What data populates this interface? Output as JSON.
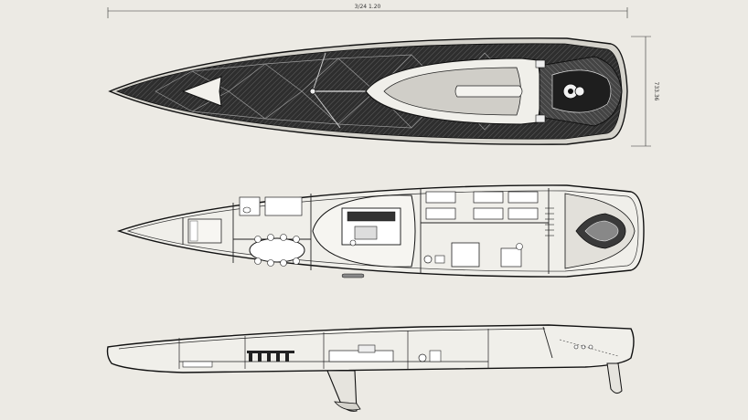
{
  "dimensions": {
    "overall_length": "3/24 1.20",
    "beam": "733.36"
  },
  "views": [
    "deck-plan",
    "interior-plan",
    "side-profile"
  ],
  "colors": {
    "paper": "#eceae4",
    "ink": "#1a1a1a",
    "deck_fill": "#3a3a3a",
    "deck_light": "#d8d6d0"
  }
}
